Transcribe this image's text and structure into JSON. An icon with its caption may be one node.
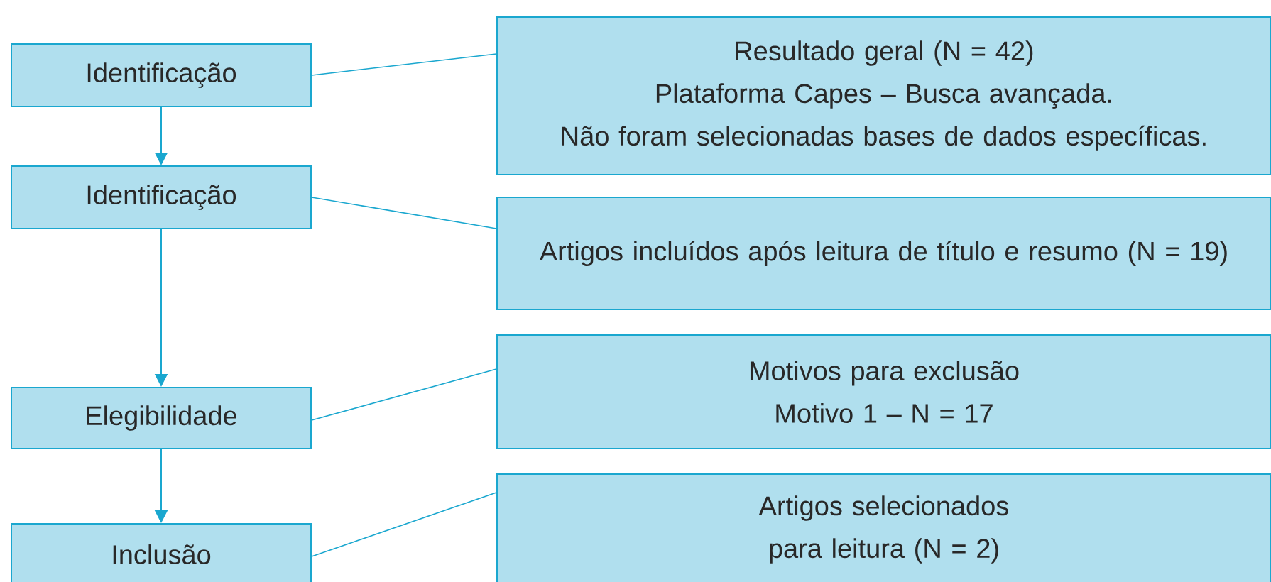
{
  "diagram": {
    "nodes": [
      {
        "text": [
          "Identificação"
        ]
      },
      {
        "text": [
          "Resultado geral (N = 42)",
          "Plataforma Capes – Busca avançada.",
          "Não foram selecionadas bases de dados específicas."
        ]
      },
      {
        "text": [
          "Identificação"
        ]
      },
      {
        "text": [
          "Artigos incluídos após leitura de título e resumo (N = 19)"
        ]
      },
      {
        "text": [
          "Elegibilidade"
        ]
      },
      {
        "text": [
          "Motivos para exclusão",
          "Motivo 1 – N = 17"
        ]
      },
      {
        "text": [
          "Inclusão"
        ]
      },
      {
        "text": [
          "Artigos selecionados para leitura (N = 2)"
        ]
      }
    ],
    "edges": [
      {
        "from": 0,
        "to": 2,
        "arrow": "to"
      },
      {
        "from": 2,
        "to": 4,
        "arrow": "to"
      },
      {
        "from": 4,
        "to": 6,
        "arrow": "to"
      },
      {
        "from": 0,
        "to": 1,
        "arrow": "none"
      },
      {
        "from": 2,
        "to": 3,
        "arrow": "none"
      },
      {
        "from": 4,
        "to": 5,
        "arrow": "none"
      },
      {
        "from": 6,
        "to": 7,
        "arrow": "none"
      }
    ]
  }
}
